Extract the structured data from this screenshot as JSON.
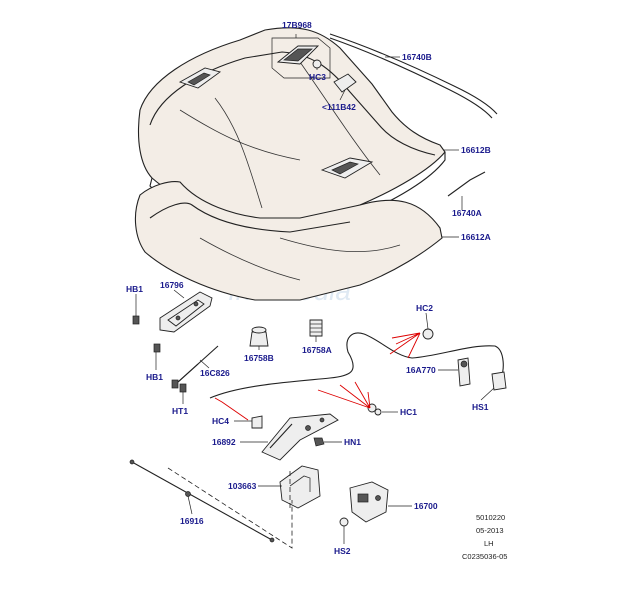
{
  "watermark": "Infomedia",
  "labels": {
    "p17B968": "17B968",
    "p16740B": "16740B",
    "pHC3": "HC3",
    "p111B42": "<111B42",
    "p16612B": "16612B",
    "p16740A": "16740A",
    "p16612A": "16612A",
    "pHB1a": "HB1",
    "p16796": "16796",
    "pHB1b": "HB1",
    "p16C826": "16C826",
    "pHT1": "HT1",
    "pHC2": "HC2",
    "p16758B": "16758B",
    "p16758A": "16758A",
    "p16A770": "16A770",
    "pHS1": "HS1",
    "pHC4": "HC4",
    "pHC1": "HC1",
    "p16892": "16892",
    "pHN1": "HN1",
    "p103663": "103663",
    "p16700": "16700",
    "p16916": "16916",
    "pHS2": "HS2"
  },
  "meta": {
    "code": "5010220",
    "date": "05-2013",
    "side": "LH",
    "ref": "C0235036-05"
  },
  "colors": {
    "label": "#1a1a8c",
    "cable_leader": "#dd0000",
    "panel_fill": "#f3ede6"
  }
}
